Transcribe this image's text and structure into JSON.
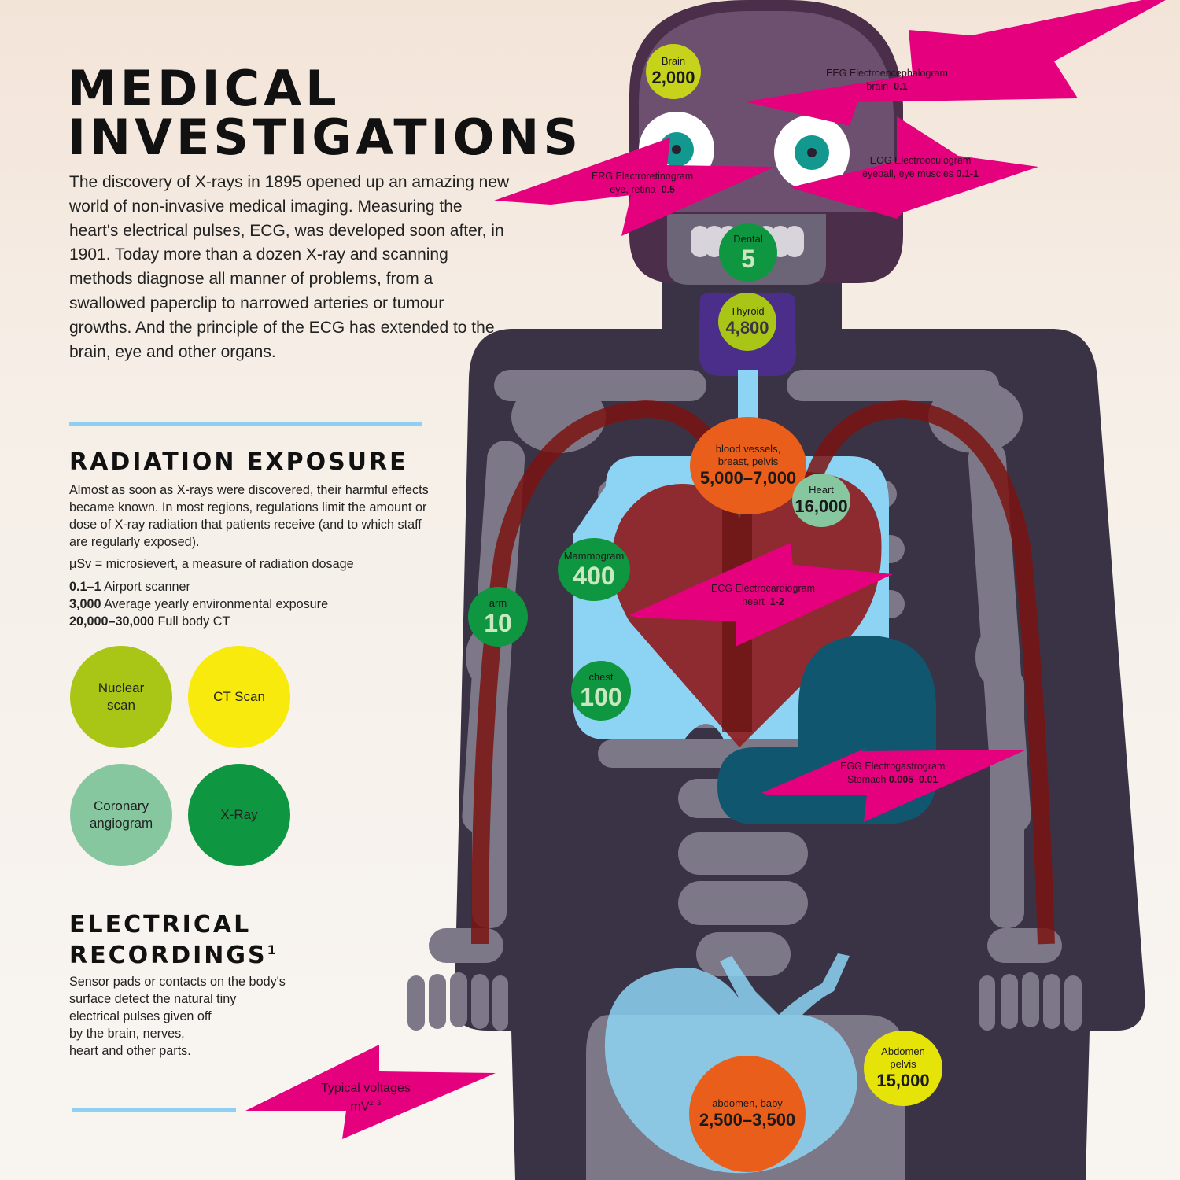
{
  "title": {
    "line1": "MEDICAL",
    "line2": "INVESTIGATIONS"
  },
  "intro": "The discovery of X-rays in 1895 opened up an amazing new world of non-invasive medical imaging. Measuring the heart's electrical pulses, ECG, was developed soon after, in 1901. Today more than a dozen X-ray and scanning methods diagnose all manner of problems, from a swallowed paperclip to narrowed arteries or tumour growths. And the principle of the ECG has extended to the brain, eye and other organs.",
  "radiation": {
    "heading": "RADIATION EXPOSURE",
    "text": "Almost as soon as X-rays were discovered, their harmful effects became known. In most regions, regulations limit the amount or dose of X-ray radiation that patients receive (and to which staff are regularly exposed).",
    "unit_note": "μSv = microsievert, a measure of radiation dosage",
    "reference_levels": [
      {
        "value": "0.1–1",
        "label": "Airport scanner"
      },
      {
        "value": "3,000",
        "label": "Average yearly environmental exposure"
      },
      {
        "value": "20,000–30,000",
        "label": "Full body CT"
      }
    ],
    "legend": [
      {
        "label": "Nuclear scan",
        "color": "#a9c617"
      },
      {
        "label": "CT Scan",
        "color": "#f7ea0c"
      },
      {
        "label": "Coronary angiogram",
        "color": "#86c7a0"
      },
      {
        "label": "X-Ray",
        "color": "#0f9640"
      }
    ]
  },
  "electrical": {
    "heading_line1": "ELECTRICAL",
    "heading_line2": "RECORDINGS",
    "heading_sup": "1",
    "text_lines": [
      "Sensor pads or contacts on the body's",
      "surface detect the natural tiny",
      "electrical pulses given off",
      "by the brain, nerves,",
      "heart and other parts."
    ],
    "legend_bolt": {
      "label": "Typical voltages",
      "unit": "mV",
      "sup": "2, 3"
    }
  },
  "doses": [
    {
      "id": "brain",
      "label": "Brain",
      "value": "2,000",
      "type": "Nuclear scan"
    },
    {
      "id": "dental",
      "label": "Dental",
      "value": "5",
      "type": "X-Ray"
    },
    {
      "id": "thyroid",
      "label": "Thyroid",
      "value": "4,800",
      "type": "Nuclear scan"
    },
    {
      "id": "blood-vessels",
      "label": "blood vessels, breast, pelvis",
      "value": "5,000–7,000",
      "type": "CT Scan"
    },
    {
      "id": "heart",
      "label": "Heart",
      "value": "16,000",
      "type": "Coronary angiogram"
    },
    {
      "id": "mammogram",
      "label": "Mammogram",
      "value": "400",
      "type": "X-Ray"
    },
    {
      "id": "arm",
      "label": "arm",
      "value": "10",
      "type": "X-Ray"
    },
    {
      "id": "chest",
      "label": "chest",
      "value": "100",
      "type": "X-Ray"
    },
    {
      "id": "abdomen-pelvis",
      "label": "Abdomen pelvis",
      "value": "15,000",
      "type": "CT Scan"
    },
    {
      "id": "abdomen-baby",
      "label": "abdomen, baby",
      "value": "2,500–3,500",
      "type": "CT Scan"
    }
  ],
  "recordings": [
    {
      "id": "eeg",
      "name": "EEG Electroencephalogram",
      "site": "brain",
      "value": "0.1"
    },
    {
      "id": "erg",
      "name": "ERG Electroretinogram",
      "site": "eye, retina",
      "value": "0.5"
    },
    {
      "id": "eog",
      "name": "EOG Electrooculogram",
      "site": "eyeball, eye muscles",
      "value": "0.1-1"
    },
    {
      "id": "ecg",
      "name": "ECG Electrocardiogram",
      "site": "heart",
      "value": "1-2"
    },
    {
      "id": "egg",
      "name": "EGG Electrogastrogram",
      "site": "Stomach",
      "value": "0.005–0.01"
    }
  ],
  "colors": {
    "bolt": "#e5007d",
    "ct_orange": "#e85e1a",
    "body": "#3a3345",
    "bone": "#7d7888",
    "lung": "#8dd3f3",
    "heart": "#8e2225",
    "stomach": "#10566f",
    "rule": "#8fd0f2"
  }
}
